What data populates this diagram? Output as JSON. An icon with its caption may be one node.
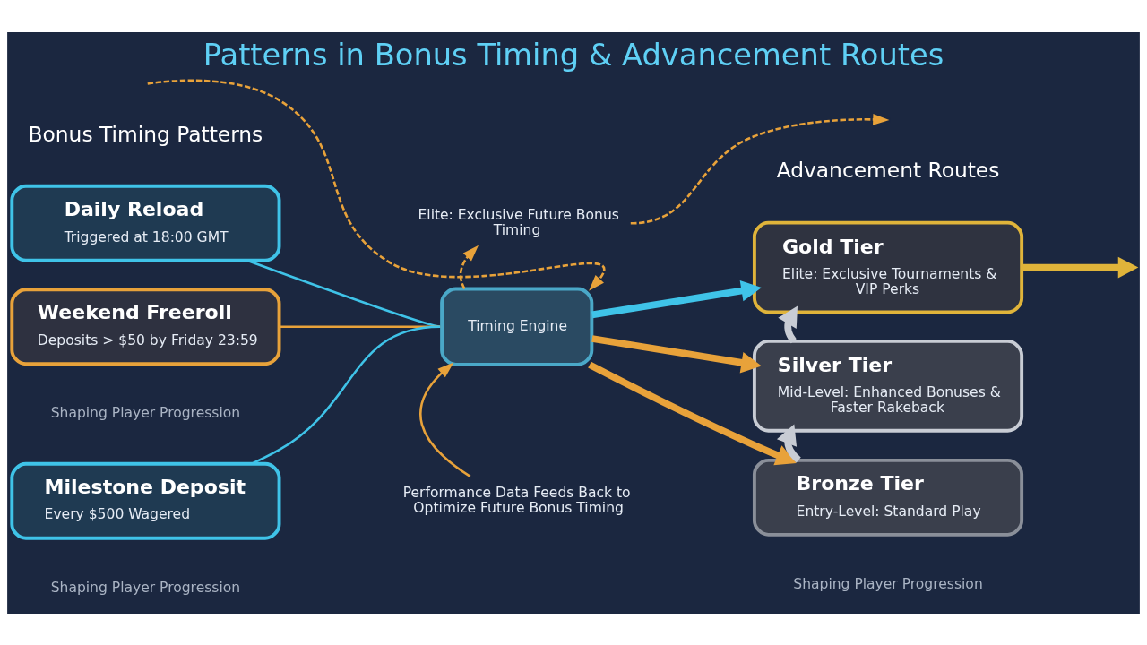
{
  "diagram": {
    "title": "Patterns in Bonus Timing & Advancement Routes",
    "nodes": [
      {
        "text": [
          "Daily Reload",
          "Triggered at 18:00 GMT"
        ]
      },
      {
        "text": [
          "Weekend Freeroll",
          "Deposits > $50 by Friday 23:59"
        ]
      },
      {
        "text": [
          "Milestone Deposit",
          "Every $500 Wagered"
        ]
      },
      {
        "text": [
          "Timing Engine"
        ]
      },
      {
        "text": [
          "Elite: Exclusive Future Bonus Timing"
        ]
      },
      {
        "text": [
          "Performance Data Feeds Back to Optimize Future Bonus Timing"
        ]
      },
      {
        "text": [
          "Gold Tier",
          "Elite: Exclusive Tournaments & VIP Perks"
        ]
      },
      {
        "text": [
          "Silver Tier",
          "Mid-Level: Enhanced Bonuses & Faster Rakeback"
        ]
      },
      {
        "text": [
          "Bronze Tier",
          "Entry-Level: Standard Play"
        ]
      }
    ],
    "edges": [
      {
        "from": 0,
        "to": 3,
        "arrow": "none",
        "color": "#3fc3e8"
      },
      {
        "from": 1,
        "to": 3,
        "arrow": "none",
        "color": "#e8a23a"
      },
      {
        "from": 2,
        "to": 3,
        "arrow": "none",
        "color": "#3fc3e8"
      },
      {
        "from": 3,
        "to": 4,
        "arrow": "to",
        "style": "dashed",
        "color": "#e8a23a"
      },
      {
        "from": 4,
        "to": null,
        "arrow": "to",
        "style": "dashed",
        "color": "#e8a23a"
      },
      {
        "from": null,
        "to": 3,
        "arrow": "to",
        "style": "dashed",
        "color": "#e8a23a"
      },
      {
        "from": 5,
        "to": 3,
        "arrow": "to",
        "color": "#e8a23a"
      },
      {
        "from": 3,
        "to": 6,
        "arrow": "to",
        "style": "thick",
        "color": "#3fc3e8"
      },
      {
        "from": 3,
        "to": 7,
        "arrow": "to",
        "style": "thick",
        "color": "#e8a23a"
      },
      {
        "from": 3,
        "to": 8,
        "arrow": "to",
        "style": "thick",
        "color": "#e8a23a"
      },
      {
        "from": 8,
        "to": 7,
        "arrow": "to",
        "style": "thick",
        "color": "#c8ccd4"
      },
      {
        "from": 7,
        "to": 6,
        "arrow": "to",
        "style": "thick",
        "color": "#c8ccd4"
      },
      {
        "from": 6,
        "to": null,
        "arrow": "to",
        "style": "thick",
        "color": "#e0b43a"
      }
    ],
    "labels": [
      "Bonus Timing Patterns",
      "Advancement Routes",
      "Shaping Player Progression",
      "Shaping Player Progression",
      "Shaping Player Progression"
    ]
  }
}
